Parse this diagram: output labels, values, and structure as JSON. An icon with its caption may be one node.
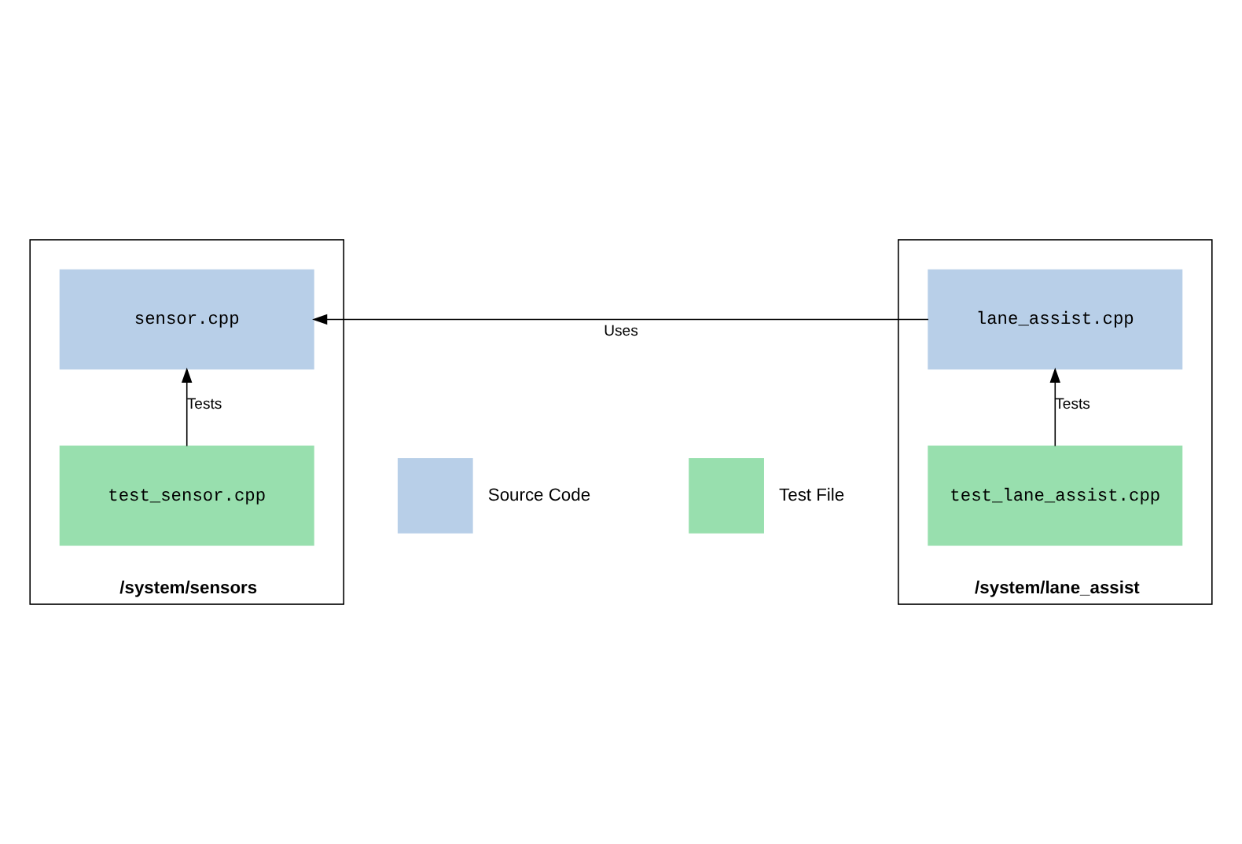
{
  "diagram": {
    "nodes": [
      {
        "text": [
          "/system/sensors"
        ]
      },
      {
        "text": [
          "sensor.cpp"
        ],
        "in": 0
      },
      {
        "text": [
          "test_sensor.cpp"
        ],
        "in": 0
      },
      {
        "text": [
          "/system/lane_assist"
        ]
      },
      {
        "text": [
          "lane_assist.cpp"
        ],
        "in": 3
      },
      {
        "text": [
          "test_lane_assist.cpp"
        ],
        "in": 3
      }
    ],
    "edges": [
      {
        "from": 2,
        "to": 1,
        "arrow": "to",
        "label": "Tests"
      },
      {
        "from": 5,
        "to": 4,
        "arrow": "to",
        "label": "Tests"
      },
      {
        "from": 4,
        "to": 1,
        "arrow": "to",
        "label": "Uses"
      }
    ],
    "legend": [
      {
        "text": "Source Code",
        "color": "#b8cfe8"
      },
      {
        "text": "Test File",
        "color": "#98dfae"
      }
    ]
  }
}
